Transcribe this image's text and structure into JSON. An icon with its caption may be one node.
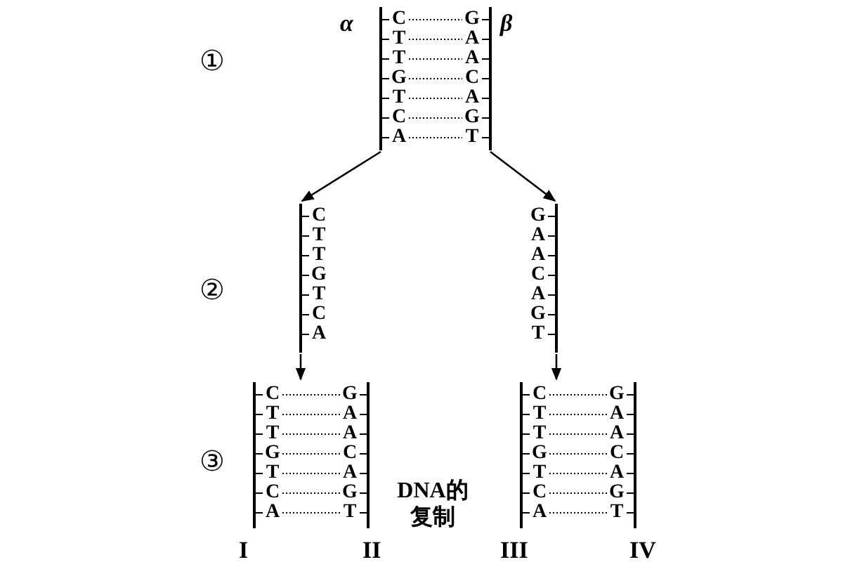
{
  "diagram": {
    "nodes": [
      {
        "text": [
          "C T T G T C A",
          "G A A C A G T"
        ],
        "beside": [
          "α",
          "β"
        ]
      },
      {
        "text": [
          "C T T G T C A"
        ]
      },
      {
        "text": [
          "G A A C A G T"
        ]
      },
      {
        "text": [
          "C T T G T C A",
          "G A A C A G T"
        ],
        "beside": [
          "I",
          "II"
        ]
      },
      {
        "text": [
          "C T T G T C A",
          "G A A C A G T"
        ],
        "beside": [
          "III",
          "IV"
        ]
      }
    ],
    "edges": [
      {
        "from": 0,
        "to": 1,
        "arrow": "to"
      },
      {
        "from": 0,
        "to": 2,
        "arrow": "to"
      },
      {
        "from": 1,
        "to": 3,
        "arrow": "to"
      },
      {
        "from": 2,
        "to": 4,
        "arrow": "to"
      }
    ],
    "labels": [
      "①",
      "②",
      "③",
      "DNA的复制"
    ]
  }
}
